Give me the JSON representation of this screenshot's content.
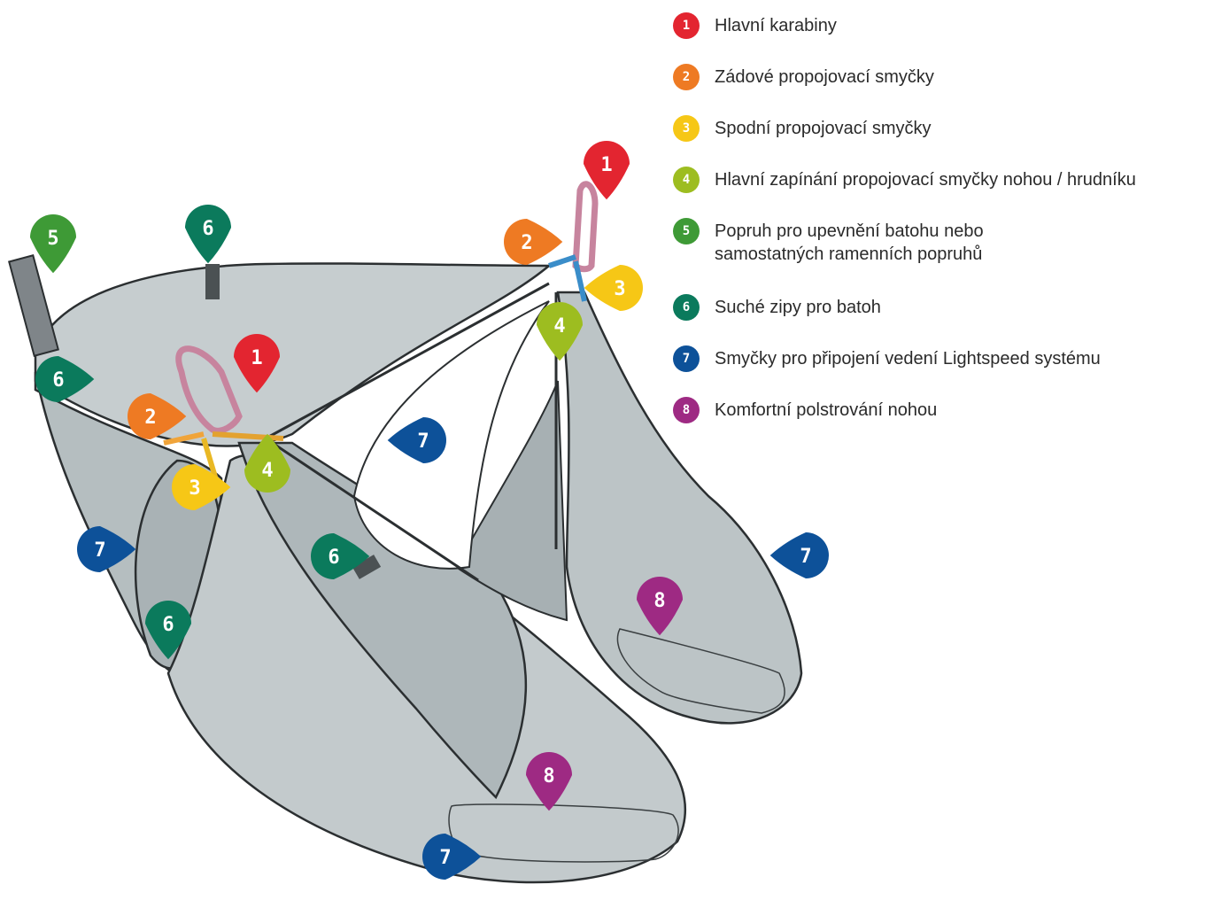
{
  "colors": {
    "1": "#e32530",
    "2": "#ee7a23",
    "3": "#f6c716",
    "4": "#9dbd20",
    "5": "#3e9a36",
    "6": "#0b7a5c",
    "7": "#0d5199",
    "8": "#9e2a83",
    "fabric": "#b9c2c4",
    "fabric_dark": "#9aa4a7",
    "outline": "#2b2f31"
  },
  "legend": [
    {
      "num": "1",
      "label": "Hlavní karabiny"
    },
    {
      "num": "2",
      "label": "Zádové propojovací smyčky"
    },
    {
      "num": "3",
      "label": "Spodní propojovací smyčky"
    },
    {
      "num": "4",
      "label": "Hlavní zapínání propojovací smyčky nohou / hrudníku"
    },
    {
      "num": "5",
      "label": "Popruh pro upevnění batohu nebo\nsamostatných ramenních popruhů"
    },
    {
      "num": "6",
      "label": "Suché zipy pro batoh"
    },
    {
      "num": "7",
      "label": "Smyčky pro připojení vedení Lightspeed systému"
    },
    {
      "num": "8",
      "label": "Komfortní polstrování nohou"
    }
  ],
  "markers": [
    {
      "num": "1"
    },
    {
      "num": "1"
    },
    {
      "num": "2"
    },
    {
      "num": "2"
    },
    {
      "num": "3"
    },
    {
      "num": "3"
    },
    {
      "num": "4"
    },
    {
      "num": "4"
    },
    {
      "num": "5"
    },
    {
      "num": "6"
    },
    {
      "num": "6"
    },
    {
      "num": "6"
    },
    {
      "num": "6"
    },
    {
      "num": "7"
    },
    {
      "num": "7"
    },
    {
      "num": "7"
    },
    {
      "num": "7"
    },
    {
      "num": "8"
    },
    {
      "num": "8"
    }
  ]
}
